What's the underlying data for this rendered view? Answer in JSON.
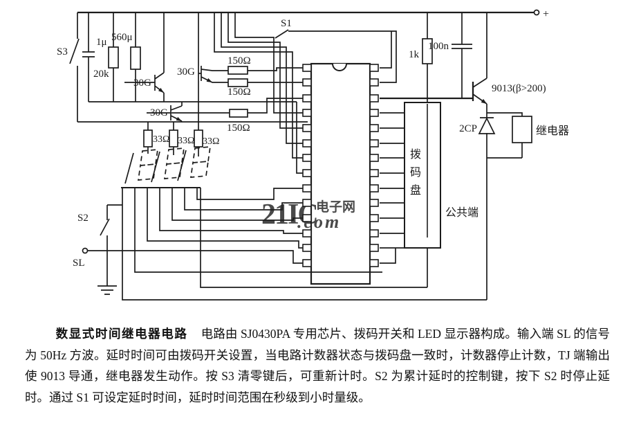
{
  "schematic": {
    "labels": {
      "s3": "S3",
      "cap_1u": "1μ",
      "cap_560u": "560μ",
      "res_20k": "20k",
      "q1": "30G",
      "q2": "30G",
      "q3": "30G",
      "res_150_1": "150Ω",
      "res_150_2": "150Ω",
      "res_150_3": "150Ω",
      "res_33_1": "33Ω",
      "res_33_2": "33Ω",
      "res_33_3": "33Ω",
      "s1": "S1",
      "res_1k": "1k",
      "cap_100n": "100n",
      "q4": "9013(β>200)",
      "diode": "2CP",
      "relay": "继电器",
      "dial_char_1": "拨",
      "dial_char_2": "码",
      "dial_char_3": "盘",
      "common_terminal": "公共端",
      "s2": "S2",
      "sl": "SL",
      "plus_terminal": "+"
    }
  },
  "watermark": {
    "brand": "21IC",
    "site": "电子网",
    "domain": ".com",
    "brand_color": "#f09090",
    "site_color": "#d44fc8",
    "domain_color": "#dcaee2"
  },
  "caption": {
    "title": "数显式时间继电器电路",
    "body": "电路由 SJ0430PA 专用芯片、拨码开关和 LED 显示器构成。输入端 SL 的信号为 50Hz 方波。延时时间可由拨码开关设置，当电路计数器状态与拨码盘一致时，计数器停止计数，TJ 端输出使 9013 导通，继电器发生动作。按 S3 清零键后，可重新计时。S2 为累计延时的控制键，按下 S2 时停止延时。通过 S1 可设定延时时间，延时时间范围在秒级到小时量级。"
  }
}
